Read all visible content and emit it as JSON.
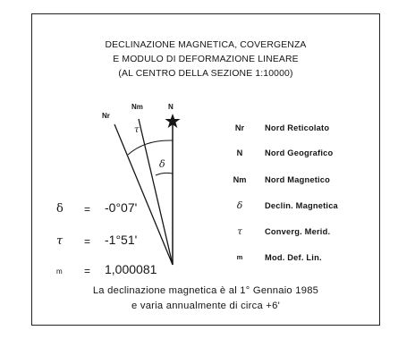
{
  "title": {
    "line1": "DECLINAZIONE MAGNETICA, COVERGENZA",
    "line2": "E MODULO DI DEFORMAZIONE LINEARE",
    "line3": "(AL CENTRO DELLA SEZIONE 1:10000)"
  },
  "diagram": {
    "label_nr": "Nr",
    "label_nm": "Nm",
    "label_n": "N",
    "angle_tau": "τ",
    "angle_delta": "δ"
  },
  "values": [
    {
      "symbol": "δ",
      "equals": "=",
      "value": "-0°07'"
    },
    {
      "symbol": "τ",
      "equals": "=",
      "value": "-1°51'"
    },
    {
      "symbol": "m",
      "equals": "=",
      "value": "1,000081"
    }
  ],
  "legend": [
    {
      "abbr": "Nr",
      "desc": "Nord Reticolato"
    },
    {
      "abbr": "N",
      "desc": "Nord Geografico"
    },
    {
      "abbr": "Nm",
      "desc": "Nord Magnetico"
    },
    {
      "abbr": "δ",
      "desc": "Declin. Magnetica"
    },
    {
      "abbr": "τ",
      "desc": "Converg. Merid."
    },
    {
      "abbr": "m",
      "desc": "Mod. Def. Lin."
    }
  ],
  "footer": {
    "line1": "La declinazione magnetica è al 1° Gennaio 1985",
    "line2": "e varia annualmente di circa +6'"
  },
  "colors": {
    "ink": "#151515",
    "background": "#ffffff"
  }
}
